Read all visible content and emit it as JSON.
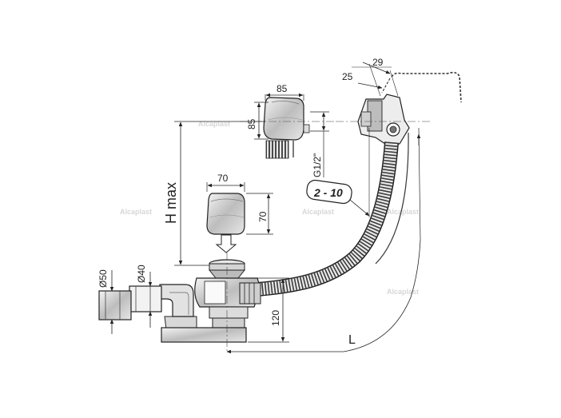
{
  "dimensions": {
    "overflow_width": "85",
    "overflow_height": "85",
    "overflow_thread": "G1/2\"",
    "cap_width": "70",
    "cap_height": "70",
    "height_max": "H max",
    "adjust_range": "2 - 10",
    "outlet_outer_diameter": "Ø50",
    "outlet_inner_diameter": "Ø40",
    "drain_height": "120",
    "length": "L",
    "wall_offset_25": "25",
    "wall_offset_29": "29"
  },
  "watermark": "Alcaplast",
  "colors": {
    "line": "#222222",
    "fill_light": "#ececec",
    "fill_mid": "#cfcfcf",
    "fill_dark": "#9a9a9a",
    "hose_dark": "#555555"
  }
}
